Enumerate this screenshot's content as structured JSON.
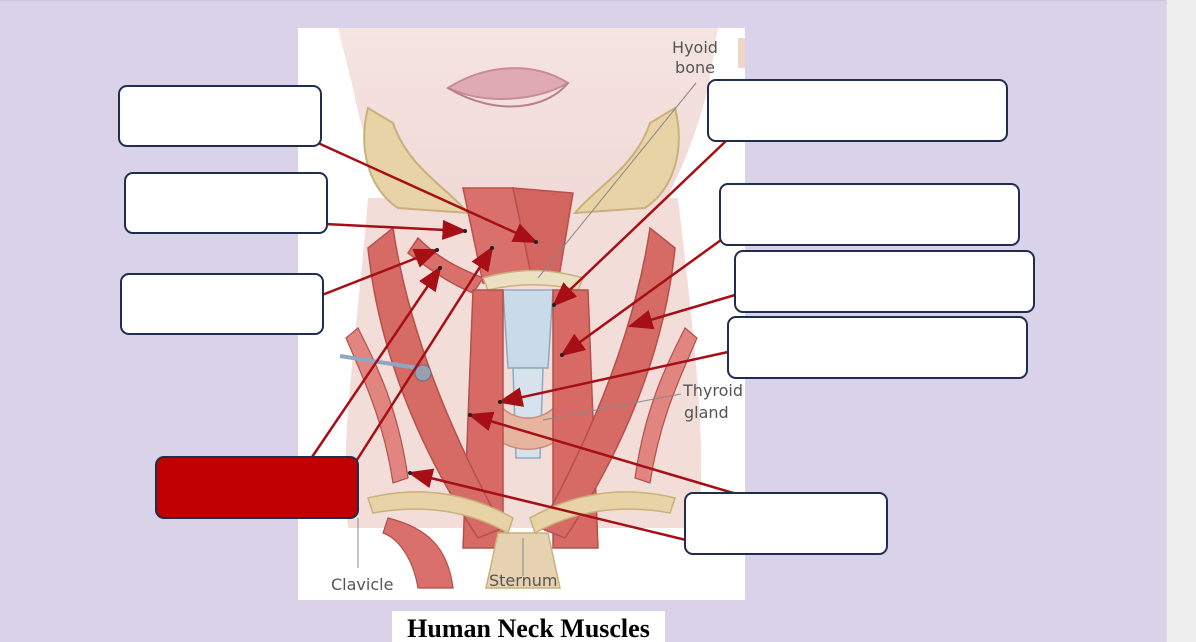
{
  "figure": {
    "printed_labels": {
      "hyoid_line1": "Hyoid",
      "hyoid_line2": "bone",
      "thyroid_line1": "Thyroid",
      "thyroid_line2": "gland",
      "clavicle": "Clavicle",
      "sternum": "Sternum"
    }
  },
  "title": "Human Neck Muscles",
  "label_boxes": [
    {
      "id": "left-1",
      "text": "",
      "state": "empty"
    },
    {
      "id": "left-2",
      "text": "",
      "state": "empty"
    },
    {
      "id": "left-3",
      "text": "",
      "state": "empty"
    },
    {
      "id": "left-4",
      "text": "",
      "state": "selected"
    },
    {
      "id": "right-1",
      "text": "",
      "state": "empty"
    },
    {
      "id": "right-2",
      "text": "",
      "state": "empty"
    },
    {
      "id": "right-3",
      "text": "",
      "state": "empty"
    },
    {
      "id": "right-4",
      "text": "",
      "state": "empty"
    },
    {
      "id": "right-5",
      "text": "",
      "state": "empty"
    }
  ],
  "colors": {
    "background": "#d9d2e9",
    "box_border": "#1f2d4e",
    "box_fill": "#ffffff",
    "box_selected": "#c00000",
    "arrow": "#a50f15",
    "muscle": "#d9706b",
    "bone": "#e8d3a6"
  }
}
